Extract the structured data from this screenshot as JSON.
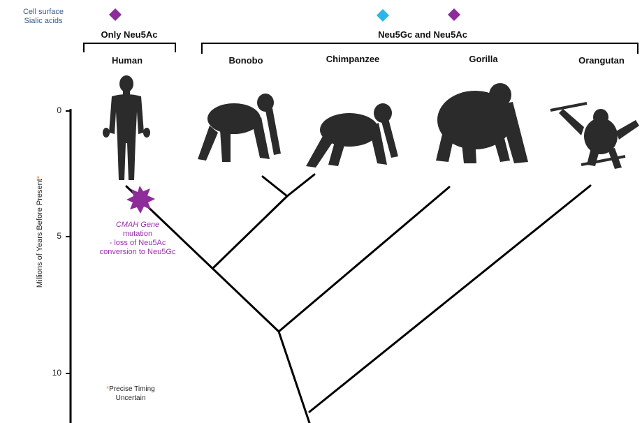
{
  "header": {
    "surface_label_line1": "Cell surface",
    "surface_label_line2": "Sialic acids"
  },
  "groups": {
    "only_label": "Only Neu5Ac",
    "both_label": "Neu5Gc and Neu5Ac"
  },
  "species": [
    "Human",
    "Bonobo",
    "Chimpanzee",
    "Gorilla",
    "Orangutan"
  ],
  "axis": {
    "title": "Millions of Years Before Present",
    "asterisk": "*",
    "ticks": [
      "0",
      "5",
      "10"
    ]
  },
  "mutation": {
    "gene": "CMAH Gene",
    "line2": "mutation",
    "line3": "- loss of Neu5Ac",
    "line4": "conversion to Neu5Gc"
  },
  "note": {
    "asterisk": "*",
    "line1": "Precise Timing",
    "line2": "Uncertain"
  },
  "colors": {
    "neu5ac": "#8e2c9a",
    "neu5gc": "#2bb6e6",
    "mutation": "#9b2fae",
    "tree": "#000000",
    "silhouette": "#2b2b2b",
    "asterisk": "#e6893b"
  },
  "icons": [
    "neu5ac-diamond-icon",
    "neu5gc-diamond-icon",
    "mutation-star-icon",
    "human-silhouette-icon",
    "bonobo-silhouette-icon",
    "chimpanzee-silhouette-icon",
    "gorilla-silhouette-icon",
    "orangutan-silhouette-icon"
  ]
}
